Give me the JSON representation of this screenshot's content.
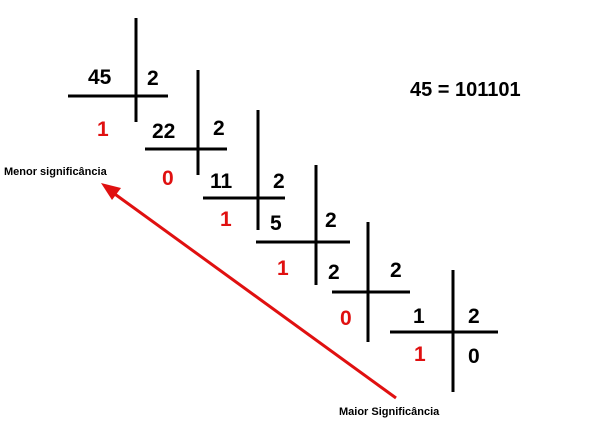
{
  "result_equation": "45 = 101101",
  "labels": {
    "least_significance": "Menor significância",
    "most_significance": "Maior Significância"
  },
  "steps": [
    {
      "dividend": "45",
      "divisor": "2",
      "remainder": "1"
    },
    {
      "dividend": "22",
      "divisor": "2",
      "remainder": "0"
    },
    {
      "dividend": "11",
      "divisor": "2",
      "remainder": "1"
    },
    {
      "dividend": "5",
      "divisor": "2",
      "remainder": "1"
    },
    {
      "dividend": "2",
      "divisor": "2",
      "remainder": "0"
    },
    {
      "dividend": "1",
      "divisor": "2",
      "remainder": "1"
    }
  ],
  "final_quotient": "0",
  "colors": {
    "lines": "#000000",
    "text": "#000000",
    "remainder": "#e01010",
    "arrow": "#e01010"
  }
}
